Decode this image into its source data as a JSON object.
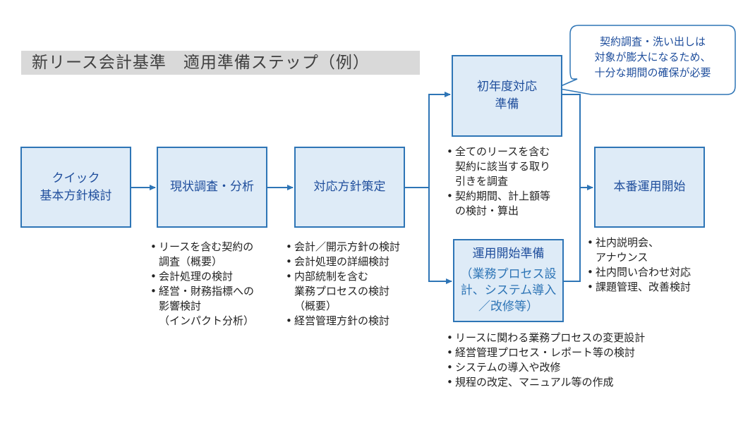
{
  "title": "新リース会計基準　適用準備ステップ（例）",
  "colors": {
    "box_fill": "#deebf7",
    "box_border": "#2e75b6",
    "box_text": "#1f4e9c",
    "arrow": "#2e75b6",
    "title_band": "#d9d9d9"
  },
  "steps": {
    "quick": {
      "lines": [
        "クイック",
        "基本方針検討"
      ]
    },
    "survey": {
      "lines": [
        "現状調査・分析"
      ]
    },
    "policy": {
      "lines": [
        "対応方針策定"
      ]
    },
    "first_year": {
      "lines": [
        "初年度対応",
        "準備"
      ]
    },
    "ops_prep": {
      "lines": [
        "運用開始準備"
      ],
      "sub_lines": [
        "（業務プロセス設",
        "計、システム導入",
        "／改修等）"
      ]
    },
    "production": {
      "lines": [
        "本番運用開始"
      ]
    }
  },
  "notes": {
    "survey": [
      "リースを含む契約の\n調査（概要）",
      "会計処理の検討",
      "経営・財務指標への\n影響検討\n（インパクト分析）"
    ],
    "policy": [
      "会計／開示方針の検討",
      "会計処理の詳細検討",
      "内部統制を含む\n業務プロセスの検討\n（概要）",
      "経営管理方針の検討"
    ],
    "first_year": [
      "全てのリースを含む\n契約に該当する取り\n引きを調査",
      "契約期間、計上額等\nの検討・算出"
    ],
    "ops_prep": [
      "リースに関わる業務プロセスの変更設計",
      "経営管理プロセス・レポート等の検討",
      "システムの導入や改修",
      "規程の改定、マニュアル等の作成"
    ],
    "production": [
      "社内説明会、\nアナウンス",
      "社内問い合わせ対応",
      "課題管理、改善検討"
    ]
  },
  "callout": {
    "lines": [
      "契約調査・洗い出しは",
      "対象が膨大になるため、",
      "十分な期間の確保が必要"
    ]
  }
}
